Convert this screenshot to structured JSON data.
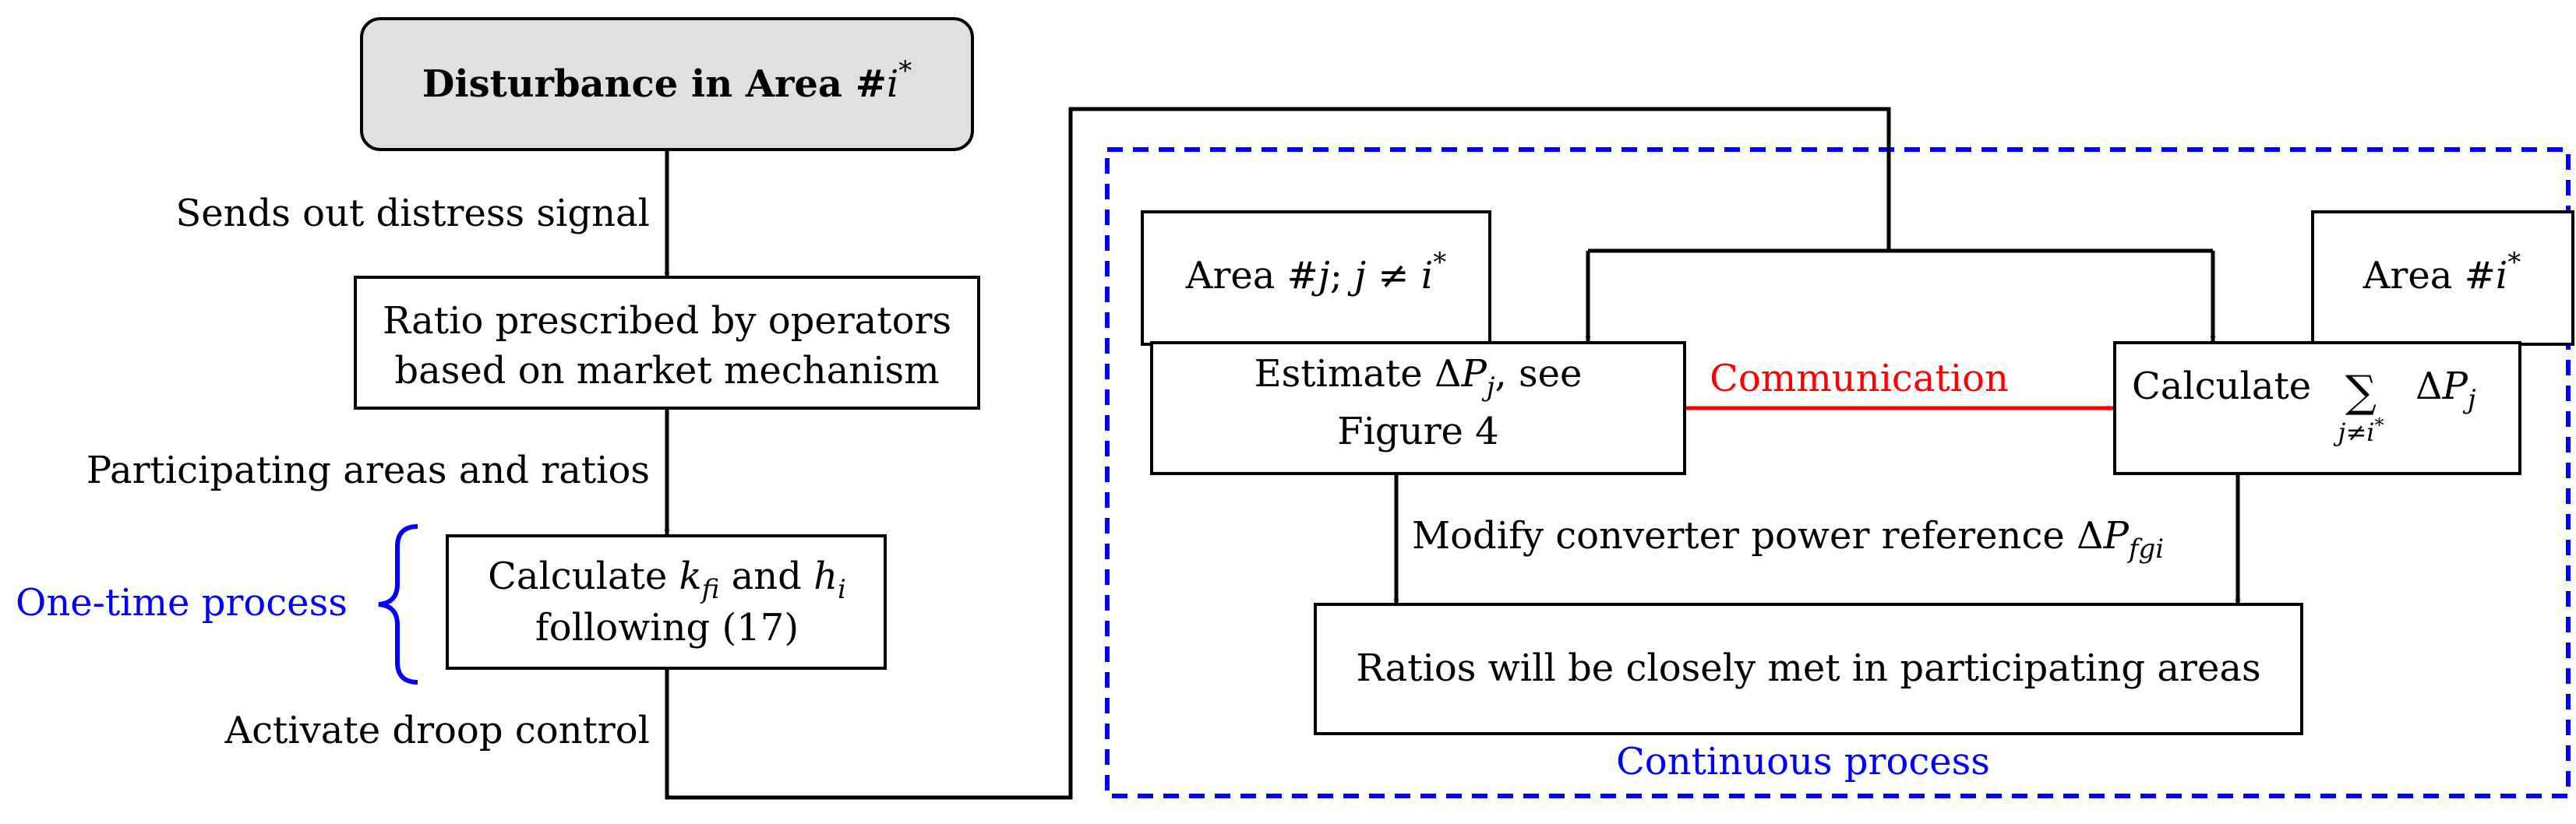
{
  "colors": {
    "stroke": "#000000",
    "start_fill": "#e0e0e0",
    "communication": "#ff0000",
    "process_frame": "#0000ff"
  },
  "start_node": {
    "text": "Disturbance in Area #",
    "var": "i",
    "sup": "*"
  },
  "edge_labels": {
    "sends_signal": "Sends out distress signal",
    "participating": "Participating areas and ratios",
    "activate_droop": "Activate droop control",
    "modify_ref_text": "Modify converter power reference Δ",
    "modify_ref_var": "P",
    "modify_ref_sub": "fgi",
    "communication": "Communication"
  },
  "ratio_box": {
    "line1": "Ratio prescribed by operators",
    "line2": "based on market mechanism"
  },
  "calc_k_box": {
    "line1_prefix": "Calculate ",
    "k": "k",
    "k_sub": "fi",
    "and": " and ",
    "h": "h",
    "h_sub": "i",
    "line2": "following (17)"
  },
  "one_time_label": "One-time process",
  "continuous_label": "Continuous process",
  "area_j_tab": {
    "prefix": "Area #",
    "j": "j",
    "sep": "; ",
    "j2": "j",
    "neq": " ≠ ",
    "i": "i",
    "sup": "*"
  },
  "area_i_tab": {
    "prefix": "Area #",
    "i": "i",
    "sup": "*"
  },
  "estimate_box": {
    "prefix": "Estimate Δ",
    "p": "P",
    "sub": "j",
    "suffix": ", see",
    "line2": "Figure 4"
  },
  "calculate_sum_box": {
    "prefix": "Calculate",
    "sigma": "∑",
    "under_j": "j",
    "under_neq": "≠",
    "under_i": "i",
    "under_sup": "*",
    "delta": "Δ",
    "p": "P",
    "sub": "j"
  },
  "ratios_met_box": {
    "text": "Ratios will be closely met in participating areas"
  }
}
